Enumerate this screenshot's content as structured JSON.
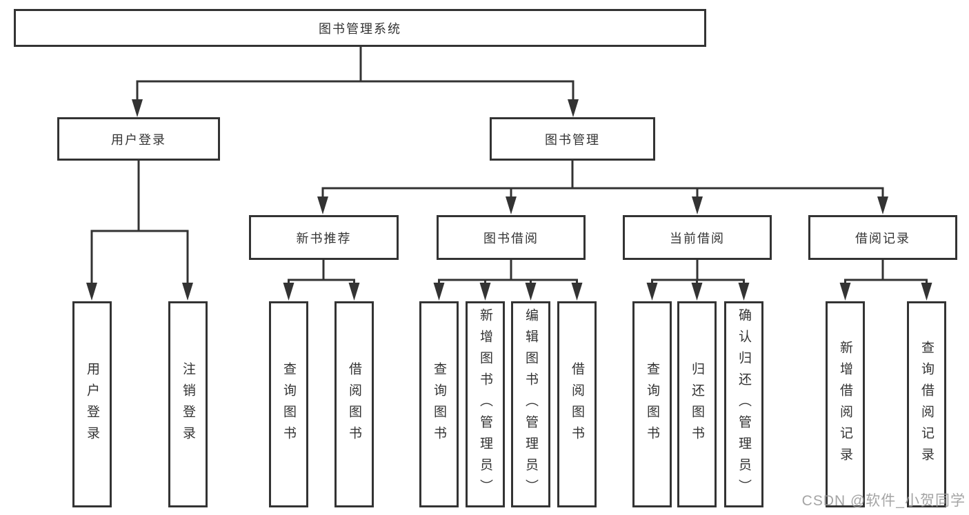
{
  "colors": {
    "line": "#333333",
    "text": "#333333",
    "box_background": "#ffffff",
    "watermark": "#9a9a9a"
  },
  "root": {
    "label": "图书管理系统"
  },
  "branches": [
    {
      "label": "用户登录",
      "children": [
        {
          "label": "用户登录"
        },
        {
          "label": "注销登录"
        }
      ]
    },
    {
      "label": "图书管理",
      "children": [
        {
          "label": "新书推荐",
          "children": [
            {
              "label": "查询图书"
            },
            {
              "label": "借阅图书"
            }
          ]
        },
        {
          "label": "图书借阅",
          "children": [
            {
              "label": "查询图书"
            },
            {
              "label": "新增图书（管理员）"
            },
            {
              "label": "编辑图书（管理员）"
            },
            {
              "label": "借阅图书"
            }
          ]
        },
        {
          "label": "当前借阅",
          "children": [
            {
              "label": "查询图书"
            },
            {
              "label": "归还图书"
            },
            {
              "label": "确认归还（管理员）"
            }
          ]
        },
        {
          "label": "借阅记录",
          "children": [
            {
              "label": "新增借阅记录"
            },
            {
              "label": "查询借阅记录"
            }
          ]
        }
      ]
    }
  ],
  "watermark": {
    "text": "CSDN @软件_小贺同学"
  }
}
